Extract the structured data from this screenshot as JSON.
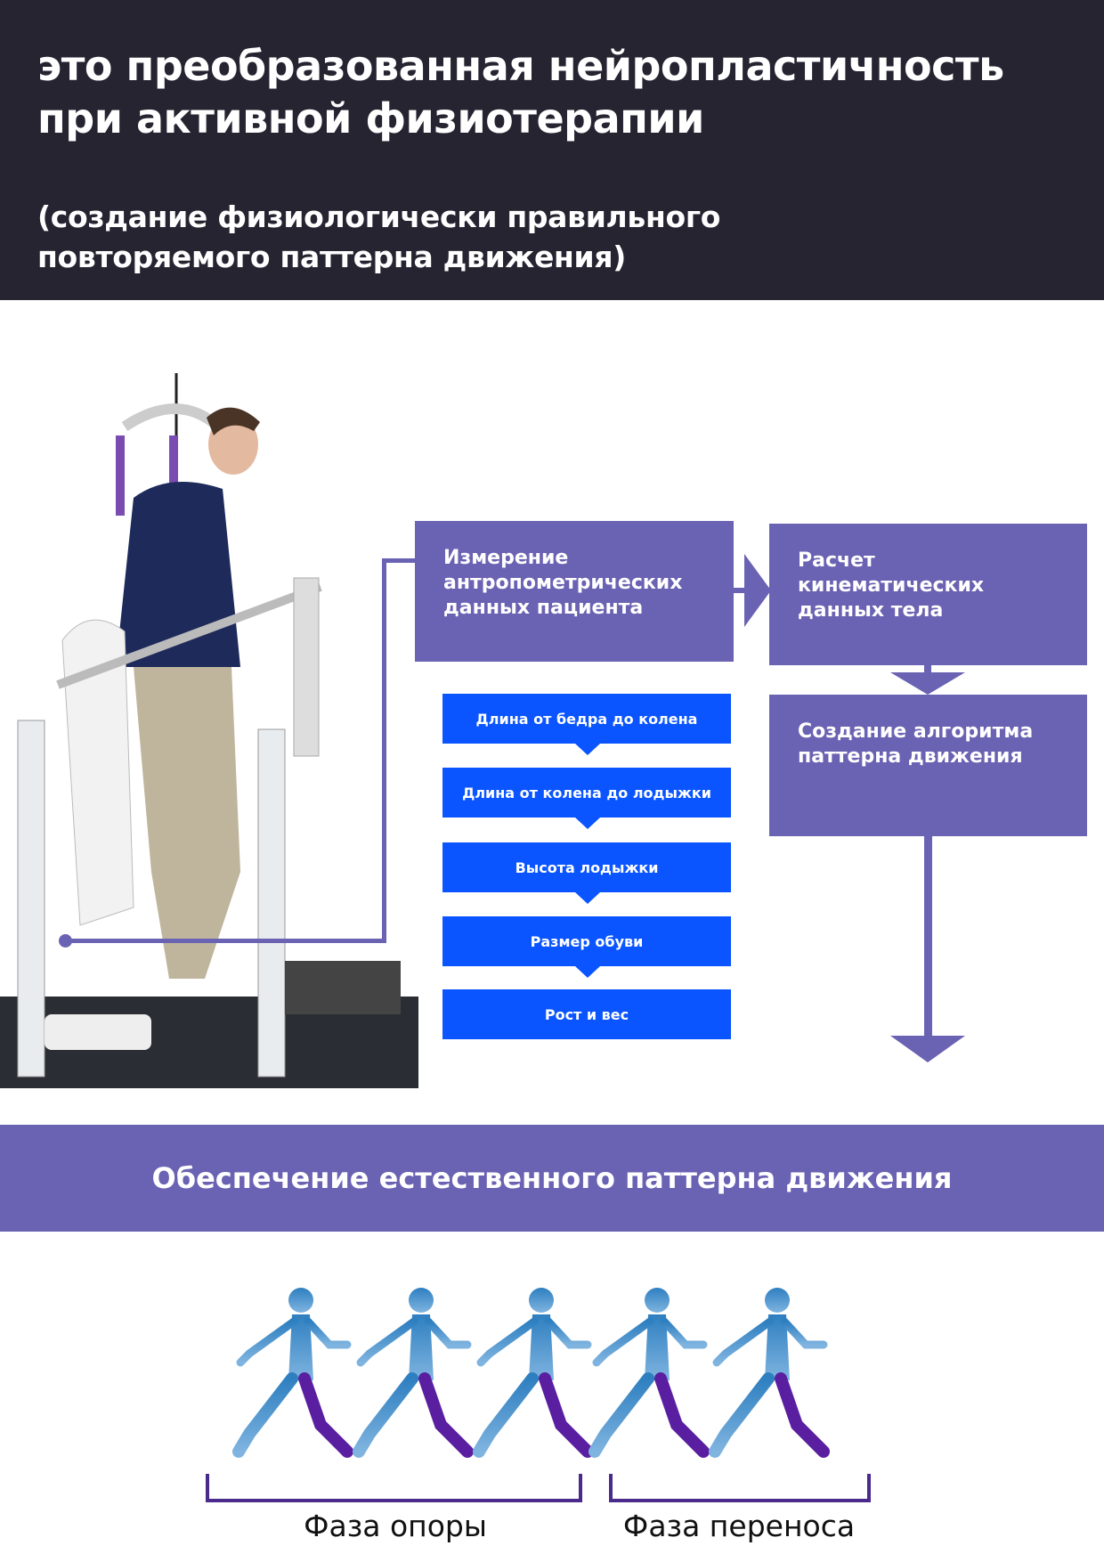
{
  "header": {
    "title_line1": "это преобразованная нейропластичность",
    "title_line2": "при активной физиотерапии",
    "subtitle_line1": "(создание физиологически правильного",
    "subtitle_line2": "повторяемого паттерна движения)"
  },
  "flow": {
    "measure": "Измерение антропометрических данных пациента",
    "calc": "Расчет кинематических данных тела",
    "algo": "Создание алгоритма паттерна движения",
    "params": [
      "Длина от бедра до колена",
      "Длина от колена до лодыжки",
      "Высота лодыжки",
      "Размер обуви",
      "Рост и вес"
    ]
  },
  "banner": "Обеспечение естественного паттерна движения",
  "phases": {
    "stance": "Фаза опоры",
    "swing": "Фаза переноса"
  },
  "colors": {
    "dark": "#262431",
    "purple": "#6a62b2",
    "blue": "#0a55ff"
  }
}
